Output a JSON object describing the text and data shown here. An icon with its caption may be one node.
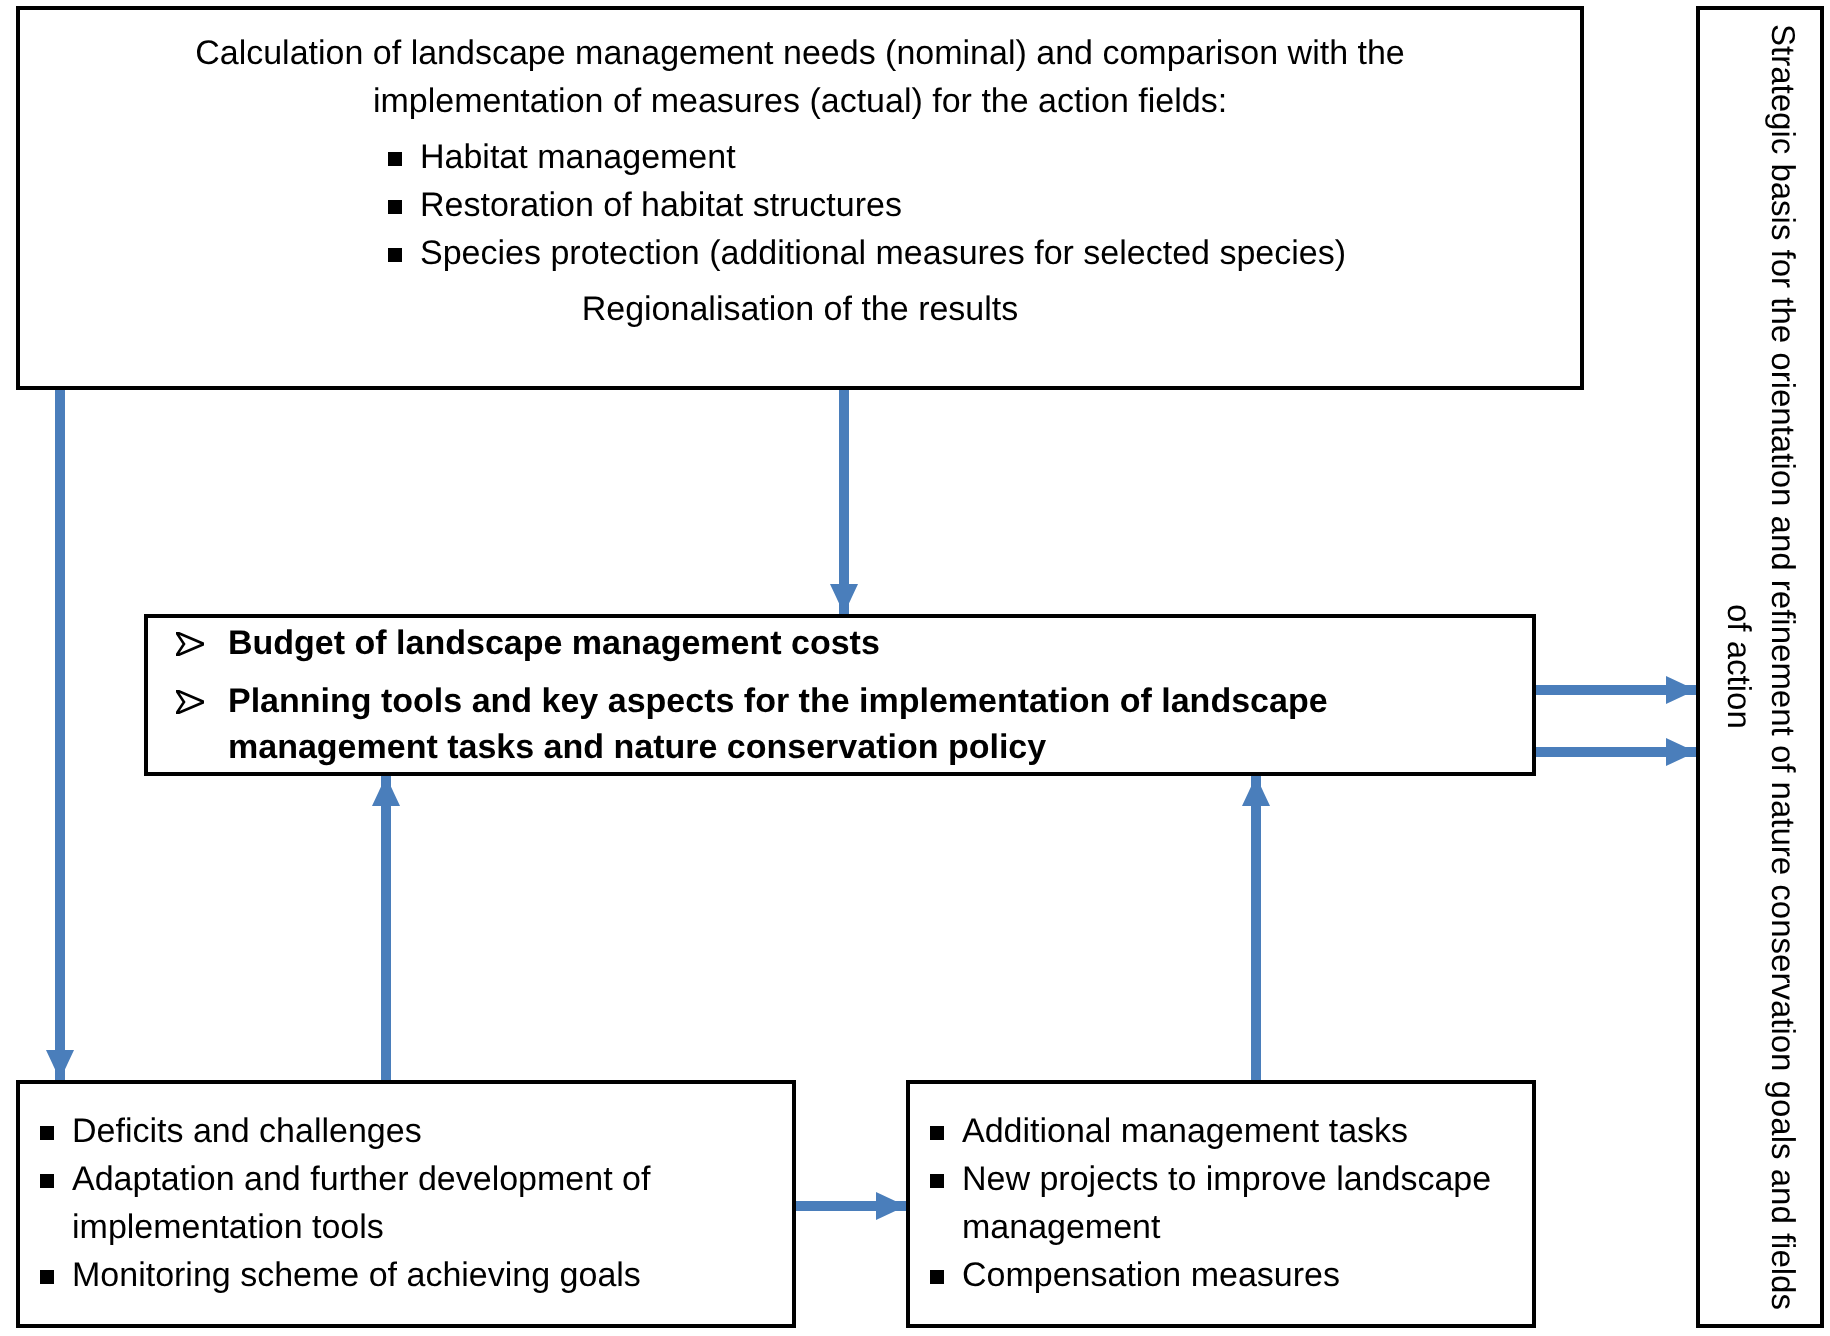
{
  "diagram": {
    "nodes": [
      {
        "text": [
          "Calculation of landscape management needs (nominal) and comparison with the implementation of measures (actual) for the action fields:",
          "Habitat management",
          "Restoration of habitat structures",
          "Species protection (additional measures for selected species)",
          "Regionalisation of the results"
        ]
      },
      {
        "text": [
          "Budget of landscape management costs",
          "Planning tools and key aspects for the implementation of landscape management tasks and nature conservation policy"
        ]
      },
      {
        "text": [
          "Deficits and challenges",
          "Adaptation and further development of implementation tools",
          "Monitoring scheme of achieving goals"
        ]
      },
      {
        "text": [
          "Additional management tasks",
          "New projects to improve landscape management",
          "Compensation measures"
        ]
      },
      {
        "text": [
          "Strategic basis for the orientation and refinement of nature conservation goals and fields of action"
        ]
      }
    ],
    "edges": [
      {
        "from": 0,
        "to": 1,
        "arrow": "to"
      },
      {
        "from": 0,
        "to": 2,
        "arrow": "to"
      },
      {
        "from": 2,
        "to": 1,
        "arrow": "to"
      },
      {
        "from": 3,
        "to": 1,
        "arrow": "to"
      },
      {
        "from": 2,
        "to": 3,
        "arrow": "to"
      },
      {
        "from": 1,
        "to": 4,
        "arrow": "to"
      },
      {
        "from": 1,
        "to": 4,
        "arrow": "to"
      }
    ]
  }
}
